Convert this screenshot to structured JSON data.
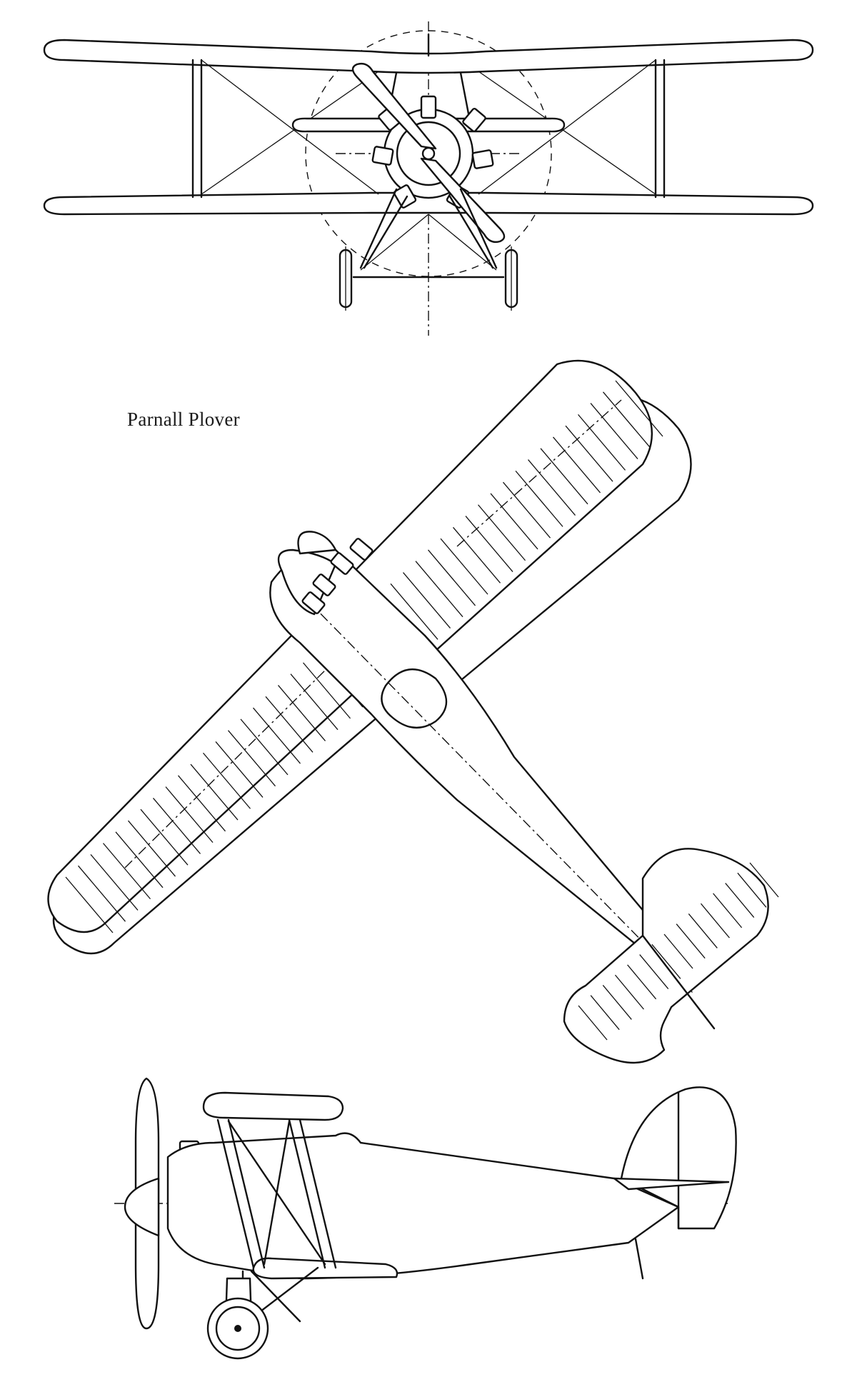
{
  "caption": "Parnall Plover",
  "views": [
    "front",
    "plan",
    "side"
  ]
}
